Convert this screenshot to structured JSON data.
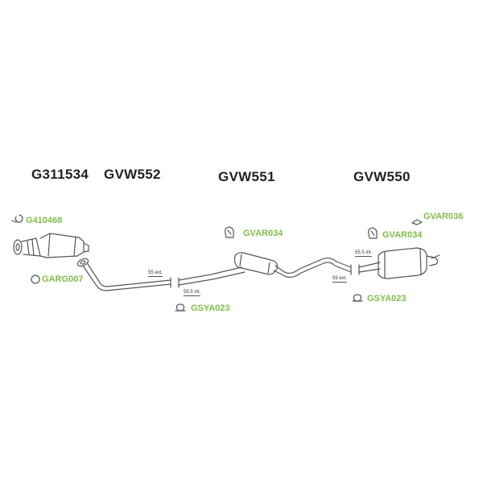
{
  "main_parts": [
    {
      "id": "catalyst",
      "code": "G311534"
    },
    {
      "id": "front_pipe",
      "code": "GVW552"
    },
    {
      "id": "centre_section",
      "code": "GVW551"
    },
    {
      "id": "rear_box",
      "code": "GVW550"
    }
  ],
  "accessories": {
    "clamp_front": "G410468",
    "gasket": "GARG007",
    "rubber_mount_mid": "GVAR034",
    "rubber_mount_rear": "GVAR034",
    "bracket_rear": "GVAR036",
    "sleeve_clamp_1": "GSYA023",
    "sleeve_clamp_2": "GSYA023"
  },
  "dimensions": {
    "front_ext": "55 ext.",
    "front_int": "55.5 int.",
    "rear_int": "55.5 int.",
    "rear_ext": "55 ext."
  },
  "colors": {
    "part_code": "#222222",
    "accessory_code": "#7dc242",
    "line": "#555555"
  }
}
